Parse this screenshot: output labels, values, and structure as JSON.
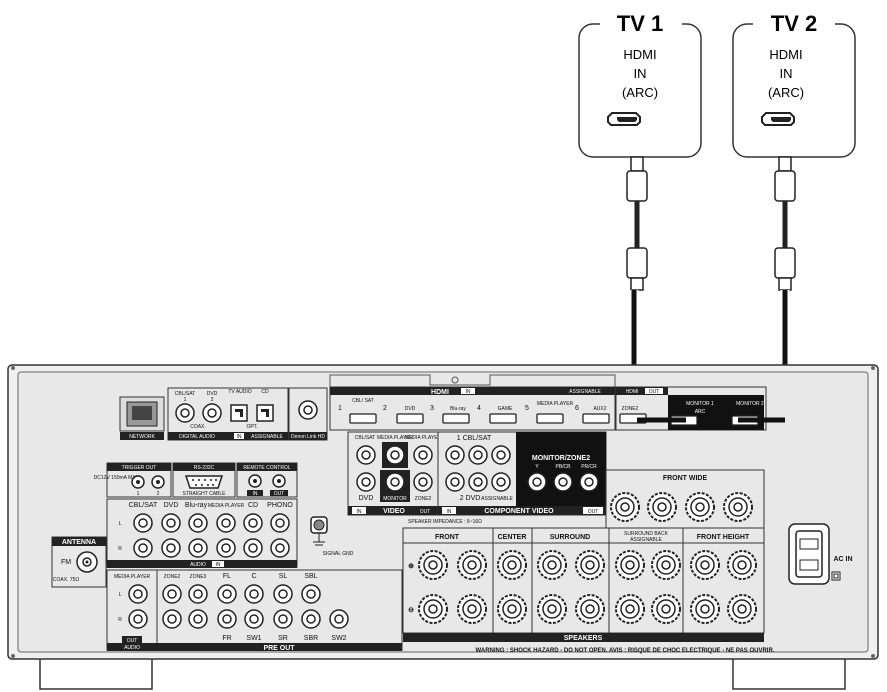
{
  "tv1": {
    "title": "TV 1",
    "lines": [
      "HDMI",
      "IN",
      "(ARC)"
    ]
  },
  "tv2": {
    "title": "TV 2",
    "lines": [
      "HDMI",
      "IN",
      "(ARC)"
    ]
  },
  "panel": {
    "network": "NETWORK",
    "digital_audio": "DIGITAL AUDIO",
    "digital_in": "IN",
    "assignable": "ASSIGNABLE",
    "cbl_sat_small": "CBL/SAT",
    "dvd_small": "DVD",
    "tv_audio": "TV AUDIO",
    "cd_small": "CD",
    "coax": "COAX.",
    "opt": "OPT.",
    "n1": "1",
    "n2": "2",
    "denon_link": "Denon Link HD",
    "hdmi": "HDMI",
    "hdmi_in": "IN",
    "hdmi_out": "OUT",
    "hdmi_assignable": "ASSIGNABLE",
    "hdmi_inputs": [
      {
        "num": "1",
        "name": "CBL/ SAT"
      },
      {
        "num": "2",
        "name": "DVD"
      },
      {
        "num": "3",
        "name": "Blu-ray"
      },
      {
        "num": "4",
        "name": "GAME"
      },
      {
        "num": "5",
        "name": "MEDIA PLAYER"
      },
      {
        "num": "6",
        "name": "AUX2"
      }
    ],
    "zone2": "ZONE2",
    "monitor1": "MONITOR 1",
    "monitor2": "MONITOR 2",
    "arc": "ARC",
    "trigger_out": "TRIGGER OUT",
    "trigger_spec": "DC12V 150mA MAX.",
    "rs232c": "RS-232C",
    "straight_cable": "STRAIGHT CABLE",
    "remote_control": "REMOTE CONTROL",
    "rc_in": "IN",
    "rc_out": "OUT",
    "audio_inputs": [
      "CBL/SAT",
      "DVD",
      "Blu-ray",
      "MEDIA PLAYER",
      "CD",
      "PHONO"
    ],
    "audio_in_label": "AUDIO",
    "audio_in_tag": "IN",
    "antenna": "ANTENNA",
    "fm": "FM",
    "fm_spec": "COAX. 75Ω",
    "signal_gnd": "SIGNAL GND",
    "video_inputs": [
      "CBL/SAT",
      "MEDIA PLAYER",
      "MEDIA PLAYER"
    ],
    "video_dvd": "DVD",
    "video_monitor": "MONITOR",
    "video_zone2": "ZONE2",
    "video_label": "VIDEO",
    "video_in": "IN",
    "video_out": "OUT",
    "comp_cbl": "1 CBL/SAT",
    "comp_dvd": "2 DVD",
    "comp_assignable": "ASSIGNABLE",
    "comp_label": "COMPONENT VIDEO",
    "comp_in": "IN",
    "comp_out": "OUT",
    "monitor_zone2": "MONITOR/ZONE2",
    "comp_cols": [
      "Y",
      "PB/CB",
      "PR/CR"
    ],
    "front_wide": "FRONT WIDE",
    "speaker_impedance": "SPEAKER IMPEDANCE : 6~16Ω",
    "front": "FRONT",
    "center": "CENTER",
    "surround": "SURROUND",
    "surround_back": "SURROUND BACK",
    "sb_assignable": "ASSIGNABLE",
    "front_height": "FRONT HEIGHT",
    "speakers": "SPEAKERS",
    "ac_in": "AC IN",
    "pre_out_top": [
      "MEDIA PLAYER",
      "ZONE2",
      "ZONE3",
      "FL",
      "C",
      "SL",
      "SBL"
    ],
    "pre_out_bottom": [
      "FR",
      "SW1",
      "SR",
      "SBR",
      "SW2"
    ],
    "audio_out_tag": "OUT",
    "audio_out_label": "AUDIO",
    "pre_out": "PRE OUT",
    "warning": "WARNING : SHOCK HAZARD - DO NOT OPEN.  AVIS : RISQUE DE CHOC ELECTRIQUE - NE PAS OUVRIR.",
    "L": "L",
    "R": "R"
  }
}
